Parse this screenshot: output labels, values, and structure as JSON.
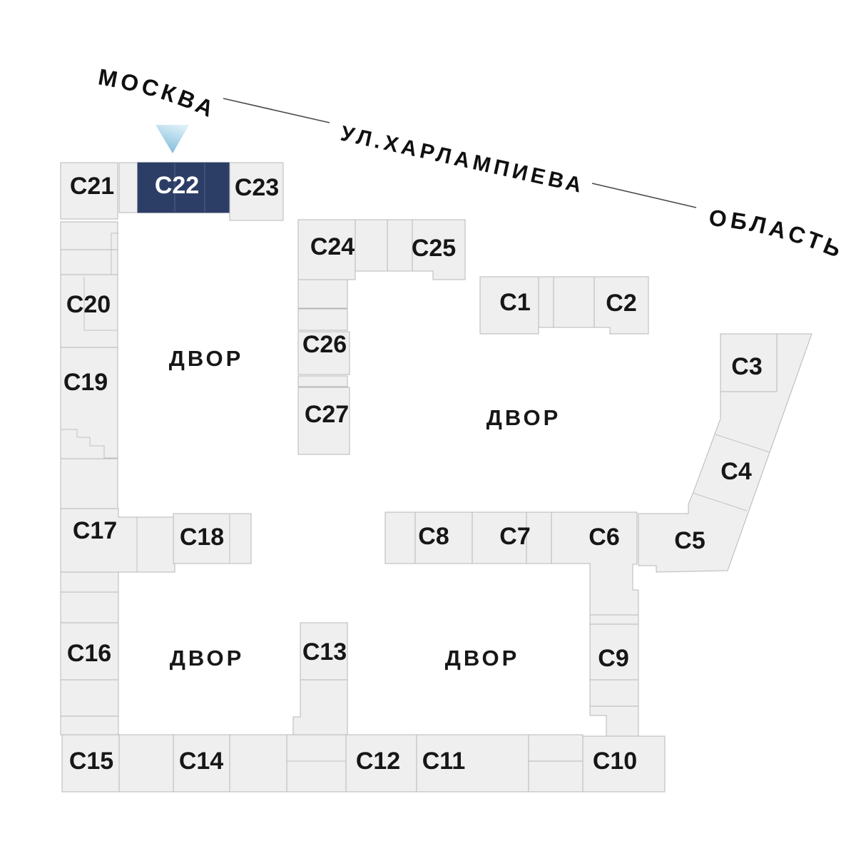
{
  "plan": {
    "directions": {
      "left": "МОСКВА",
      "right": "ОБЛАСТЬ"
    },
    "street": {
      "name": "УЛ.ХАРЛАМПИЕВА"
    },
    "courtyard_label": "ДВОР",
    "selected_block_id": "c22",
    "blocks": {
      "c1": "С1",
      "c2": "С2",
      "c3": "С3",
      "c4": "С4",
      "c5": "С5",
      "c6": "С6",
      "c7": "С7",
      "c8": "С8",
      "c9": "С9",
      "c10": "С10",
      "c11": "С11",
      "c12": "С12",
      "c13": "С13",
      "c14": "С14",
      "c15": "С15",
      "c16": "С16",
      "c17": "С17",
      "c18": "С18",
      "c19": "С19",
      "c20": "С20",
      "c21": "С21",
      "c22": "С22",
      "c23": "С23",
      "c24": "С24",
      "c25": "С25",
      "c26": "С26",
      "c27": "С27"
    },
    "colors": {
      "block_fill": "#efefef",
      "block_stroke": "#b7b7b7",
      "selected_fill": "#2d3e66",
      "selected_text": "#ffffff",
      "label_color": "#161616",
      "arrow_light": "#ddf0f9",
      "arrow_dark": "#7fbad9",
      "street_line": "#4a4a4a"
    }
  }
}
